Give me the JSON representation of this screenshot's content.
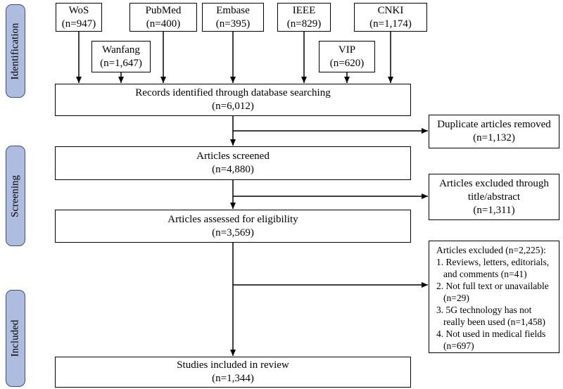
{
  "stages": {
    "identification": "Identification",
    "screening": "Screening",
    "included": "Included"
  },
  "sources": {
    "wos": {
      "name": "WoS",
      "count": "(n=947)"
    },
    "pubmed": {
      "name": "PubMed",
      "count": "(n=400)"
    },
    "embase": {
      "name": "Embase",
      "count": "(n=395)"
    },
    "ieee": {
      "name": "IEEE",
      "count": "(n=829)"
    },
    "cnki": {
      "name": "CNKI",
      "count": "(n=1,174)"
    },
    "wanfang": {
      "name": "Wanfang",
      "count": "(n=1,647)"
    },
    "vip": {
      "name": "VIP",
      "count": "(n=620)"
    }
  },
  "flow": {
    "identified": {
      "label": "Records identified through database searching",
      "count": "(n=6,012)"
    },
    "screened": {
      "label": "Articles screened",
      "count": "(n=4,880)"
    },
    "eligibility": {
      "label": "Articles assessed for eligibility",
      "count": "(n=3,569)"
    },
    "included": {
      "label": "Studies included in review",
      "count": "(n=1,344)"
    }
  },
  "exclusions": {
    "duplicates": {
      "label": "Duplicate articles removed",
      "count": "(n=1,132)"
    },
    "title_abstract": {
      "line1": "Articles excluded through",
      "line2": "title/abstract",
      "count": "(n=1,311)"
    },
    "full_text": {
      "heading": "Articles excluded (n=2,225):",
      "items": [
        "1. Reviews, letters, editorials,",
        "    and comments (n=41)",
        "2. Not full text or unavailable",
        "    (n=29)",
        "3. 5G technology has not",
        "    really been used (n=1,458)",
        "4. Not used in medical fields",
        "    (n=697)"
      ]
    }
  }
}
